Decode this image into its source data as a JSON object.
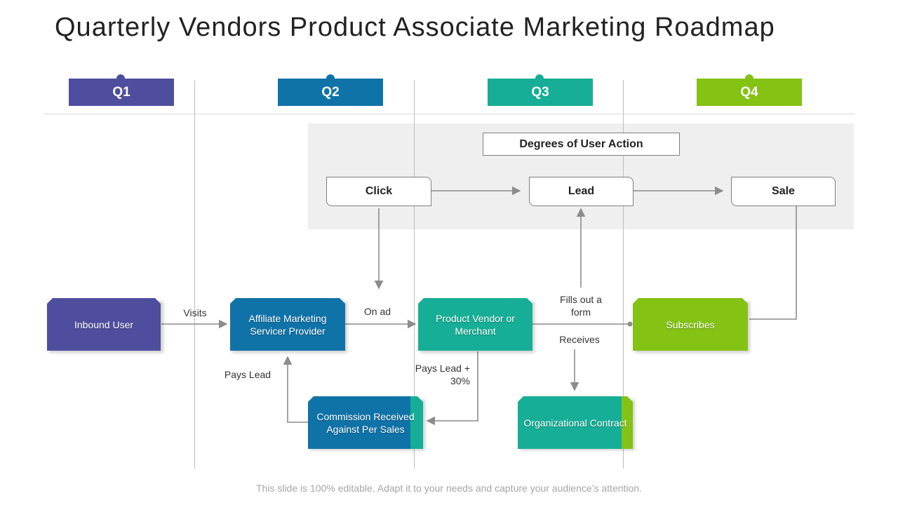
{
  "title": "Quarterly Vendors Product Associate Marketing Roadmap",
  "quarters": [
    {
      "label": "Q1",
      "color": "#4f4e9e"
    },
    {
      "label": "Q2",
      "color": "#0f73a8"
    },
    {
      "label": "Q3",
      "color": "#16ae96"
    },
    {
      "label": "Q4",
      "color": "#84c214"
    }
  ],
  "user_action": {
    "header": "Degrees of User Action",
    "steps": [
      "Click",
      "Lead",
      "Sale"
    ]
  },
  "nodes": {
    "inbound_user": "Inbound User",
    "affiliate": "Affiliate Marketing Servicer Provider",
    "vendor": "Product Vendor or Merchant",
    "subscribes": "Subscribes",
    "commission": "Commission Received Against Per Sales",
    "contract": "Organizational Contract"
  },
  "edge_labels": {
    "visits": "Visits",
    "on_ad": "On ad",
    "fills_form": "Fills out a form",
    "receives": "Receives",
    "pays_lead": "Pays Lead",
    "pays_lead_30": "Pays Lead + 30%"
  },
  "footer": "This slide is 100% editable. Adapt it to your needs and capture your audience’s attention."
}
